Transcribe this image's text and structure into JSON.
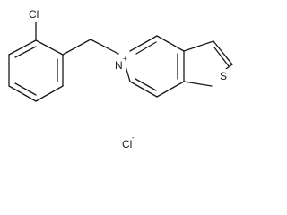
{
  "molecule": {
    "atoms": {
      "chlorine_top": "Cl",
      "nitrogen": "N",
      "sulfur": "S",
      "counter_ion": "Cl"
    },
    "charges": {
      "nitrogen": "+",
      "counter_ion": "-"
    }
  }
}
